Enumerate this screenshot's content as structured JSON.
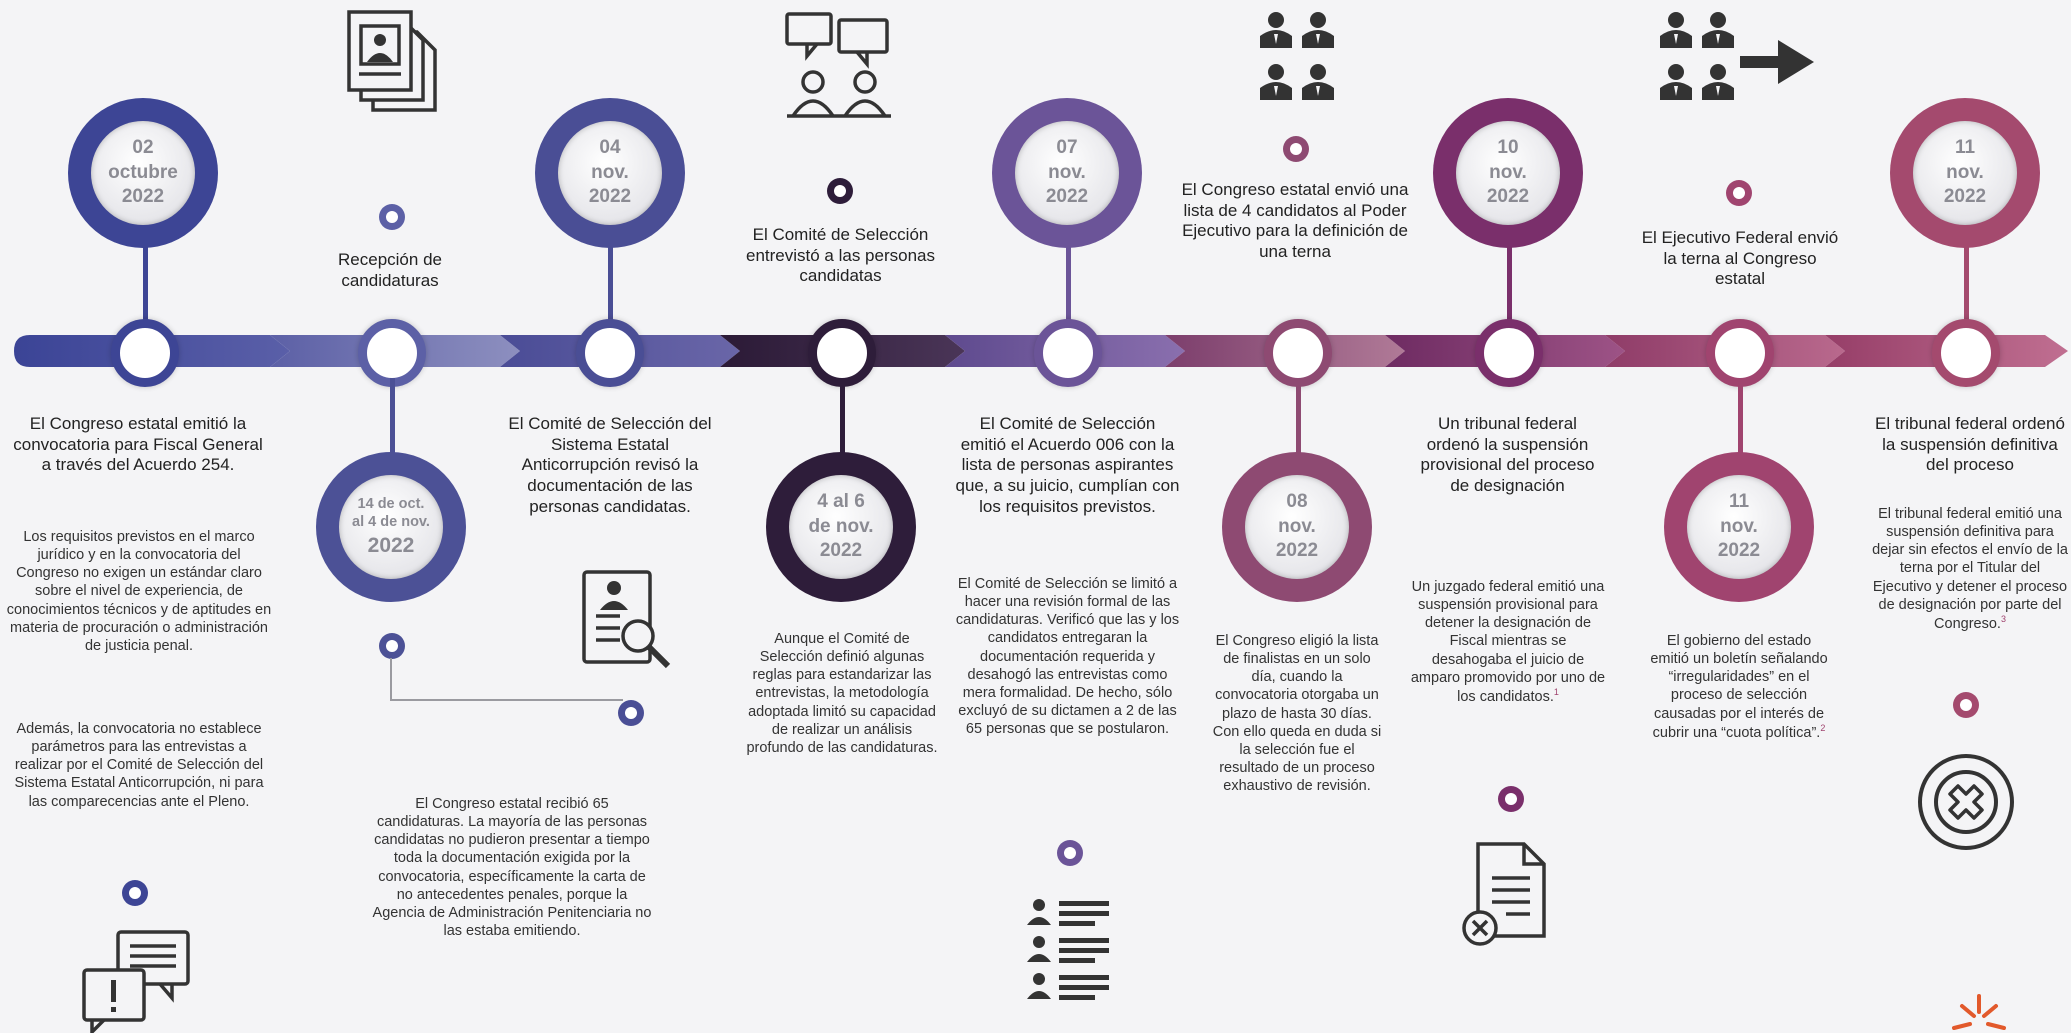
{
  "colors": {
    "c1": "#3d4595",
    "c2": "#4c5196",
    "c3": "#4a4e95",
    "c4": "#2e1d3a",
    "c5": "#6b5498",
    "c6": "#8e4a72",
    "c7": "#7a2f6b",
    "c8": "#a0446f",
    "c9": "#a44a6e"
  },
  "events": [
    {
      "date": [
        "02",
        "octubre",
        "2022"
      ],
      "headline": "El Congreso estatal emitió la convocatoria para Fiscal General a través del Acuerdo 254.",
      "details": [
        "Los requisitos previstos en el marco jurídico y en la convocatoria del Congreso no exigen un estándar claro sobre el nivel de experiencia, de conocimientos técnicos y de aptitudes en materia de procuración o administración de justicia penal.",
        "Además, la convocatoria no establece parámetros para las entrevistas a realizar por el Comité de Selección del Sistema Estatal Anticorrupción, ni para las comparecencias ante el Pleno."
      ],
      "icon": "alert-chat-icon"
    },
    {
      "date": [
        "14 de oct.",
        "al 4 de nov.",
        "2022"
      ],
      "headline": "Recepción de candidaturas",
      "details": [
        "El Congreso estatal recibió 65 candidaturas. La mayoría de las personas candidatas no pudieron presentar a tiempo toda la documentación exigida por la convocatoria, específicamente la carta de no antecedentes penales, porque la Agencia de Administración Penitenciaria no las estaba emitiendo."
      ],
      "icon": "resume-documents-icon"
    },
    {
      "date": [
        "04",
        "nov.",
        "2022"
      ],
      "headline": "El Comité de Selección del Sistema Estatal Anticorrupción revisó la documentación de las personas candidatas.",
      "details": [],
      "icon": "document-review-icon"
    },
    {
      "date": [
        "4 al 6",
        "de nov.",
        "2022"
      ],
      "headline": "El Comité de Selección entrevistó a las personas candidatas",
      "details": [
        "Aunque el Comité de Selección definió algunas reglas para estandarizar las entrevistas, la metodología adoptada limitó su capacidad de realizar un análisis profundo de las candidaturas."
      ],
      "icon": "interview-icon"
    },
    {
      "date": [
        "07",
        "nov.",
        "2022"
      ],
      "headline": "El Comité de Selección emitió el Acuerdo 006 con la lista de personas aspirantes que, a su juicio, cumplían con los requisitos previstos.",
      "details": [
        "El Comité de Selección se limitó a hacer una revisión formal de las candidaturas. Verificó que las y los candidatos entregaran la documentación requerida y desahogó las entrevistas como mera formalidad. De hecho, sólo excluyó de su dictamen a 2 de las 65 personas que se postularon."
      ],
      "icon": "people-list-icon"
    },
    {
      "date": [
        "08",
        "nov.",
        "2022"
      ],
      "headline": "El Congreso estatal envió una lista de 4 candidatos al Poder Ejecutivo para la definición de una terna",
      "details": [
        "El Congreso eligió la lista de finalistas en un solo día, cuando la convocatoria otorgaba un plazo de hasta 30 días. Con ello queda en duda si la selección fue el resultado de un proceso exhaustivo de revisión."
      ],
      "icon": "four-people-icon"
    },
    {
      "date": [
        "10",
        "nov.",
        "2022"
      ],
      "headline": "Un tribunal federal ordenó la suspensión provisional del proceso de designación",
      "details": [
        "Un juzgado federal emitió una suspensión provisional para detener la designación de Fiscal mientras se desahogaba el juicio de amparo promovido por uno de los candidatos."
      ],
      "note": "1",
      "icon": "document-cancel-icon"
    },
    {
      "date": [
        "11",
        "nov.",
        "2022"
      ],
      "headline": "El Ejecutivo Federal envió la terna al Congreso estatal",
      "details": [
        "El gobierno del estado emitió un boletín señalando “irregularidades” en el proceso de selección causadas por el interés de cubrir una “cuota política”."
      ],
      "note": "2",
      "icon": "people-arrow-icon"
    },
    {
      "date": [
        "11",
        "nov.",
        "2022"
      ],
      "headline": "El tribunal federal ordenó la suspensión definitiva del proceso",
      "details": [
        "El tribunal federal emitió una suspensión definitiva para dejar sin efectos el envío de la terna por el Titular del Ejecutivo y detener el proceso de designación por parte del Congreso."
      ],
      "note": "3",
      "icon": "cancel-circle-icon"
    }
  ]
}
